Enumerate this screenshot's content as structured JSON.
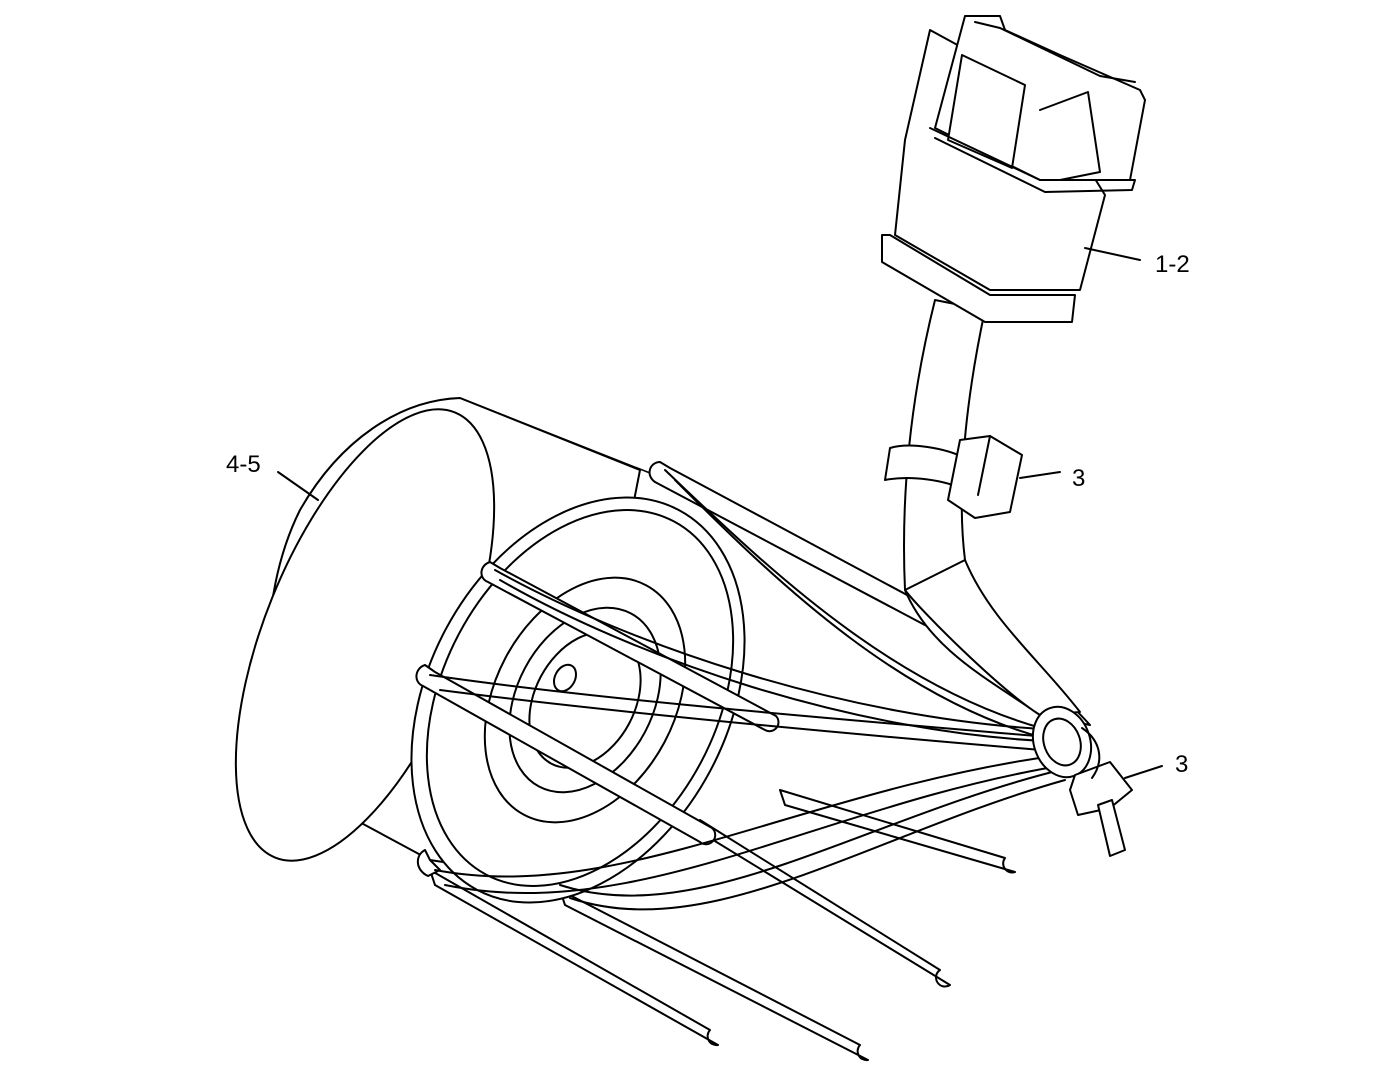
{
  "callouts": {
    "connector": "1-2",
    "clip_upper": "3",
    "clip_lower": "3",
    "housing": "4-5"
  },
  "colors": {
    "line": "#000000",
    "background": "#ffffff"
  }
}
